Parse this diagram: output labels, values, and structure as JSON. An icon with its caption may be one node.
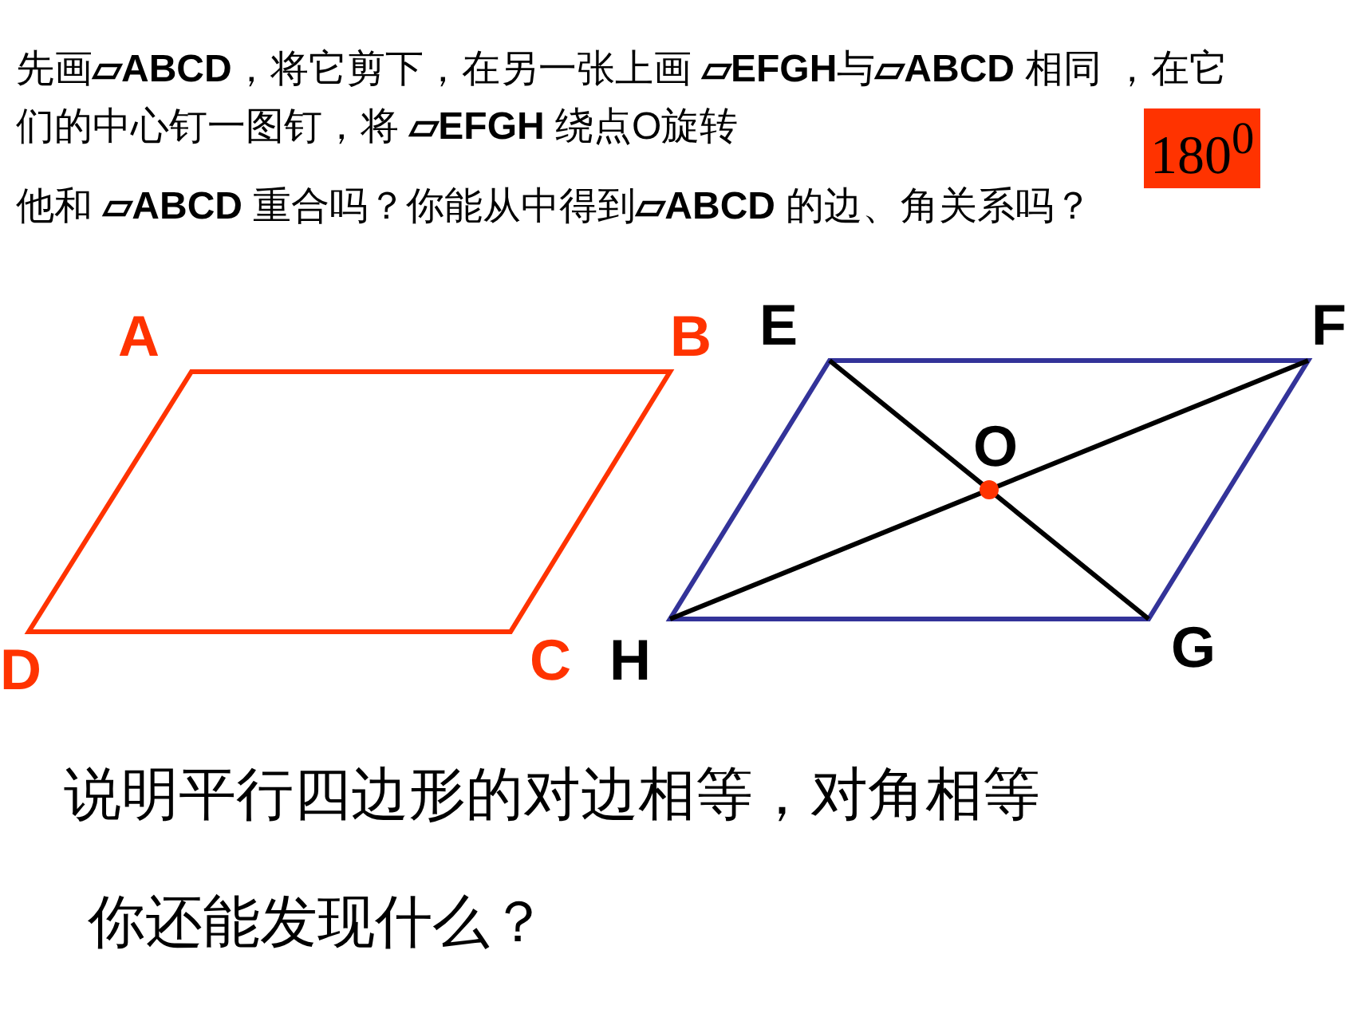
{
  "diagram": {
    "labels": [
      "先画**▱ABCD**，将它剪下，在另一张上画 **▱EFGH**与**▱ABCD** 相同 ，在它们的中心钉一图钉，将 **▱EFGH** 绕点O旋转",
      "180$^{0}$",
      "他和 **▱ABCD** 重合吗？你能从中得到**▱ABCD** 的边、角关系吗？",
      "A",
      "B",
      "C",
      "D",
      "E",
      "F",
      "G",
      "H",
      "O",
      "说明平行四边形的对边相等，对角相等",
      "你还能发现什么？"
    ]
  }
}
